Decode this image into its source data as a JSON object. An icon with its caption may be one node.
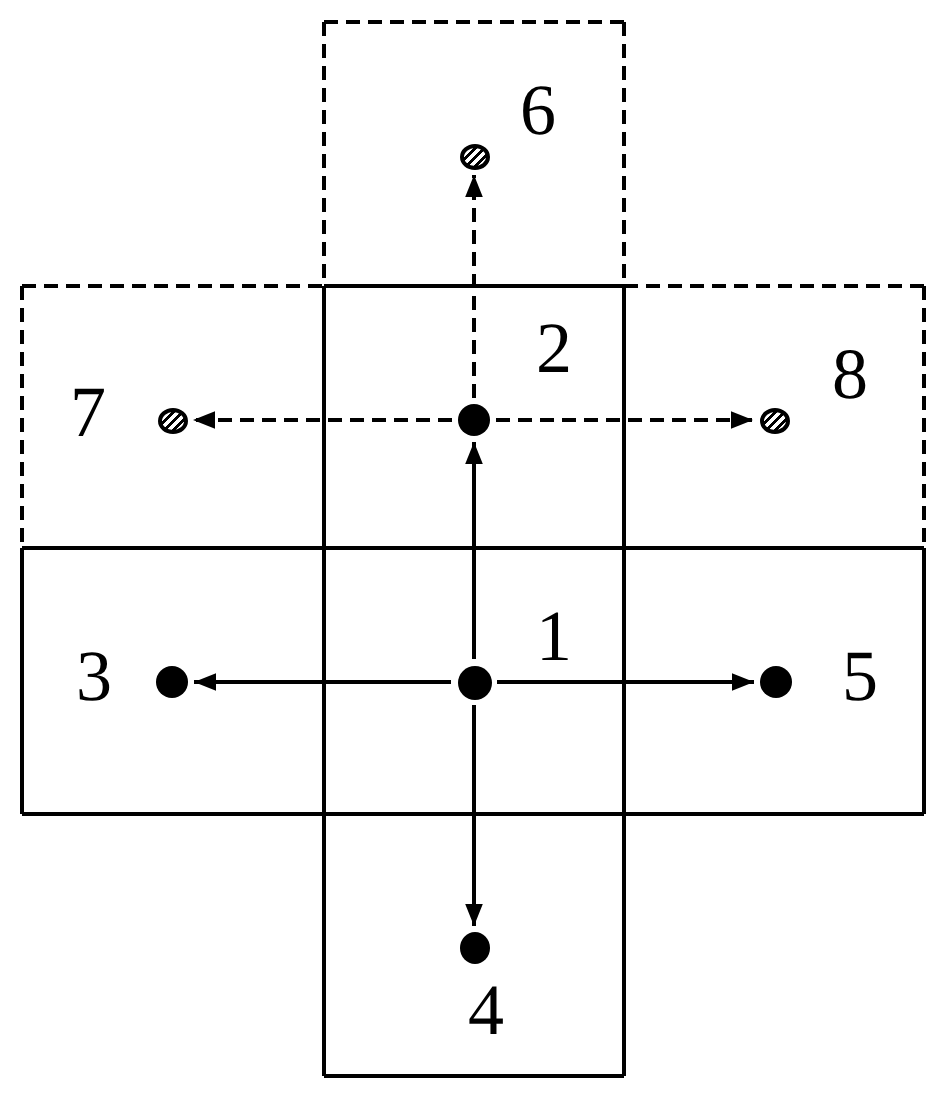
{
  "diagram": {
    "nodes": [
      {
        "text": [],
        "shape": "circle",
        "beside": [
          "6"
        ]
      },
      {
        "text": [],
        "shape": "circle",
        "beside": [
          "7"
        ]
      },
      {
        "text": [],
        "shape": "circle",
        "beside": [
          "2"
        ]
      },
      {
        "text": [],
        "shape": "circle",
        "beside": [
          "8"
        ]
      },
      {
        "text": [],
        "shape": "circle",
        "beside": [
          "3"
        ]
      },
      {
        "text": [],
        "shape": "circle",
        "beside": [
          "1"
        ]
      },
      {
        "text": [],
        "shape": "circle",
        "beside": [
          "5"
        ]
      },
      {
        "text": [],
        "shape": "circle",
        "beside": [
          "4"
        ]
      }
    ],
    "edges": [
      {
        "from": 5,
        "to": 2,
        "arrow": "to"
      },
      {
        "from": 5,
        "to": 4,
        "arrow": "to"
      },
      {
        "from": 5,
        "to": 6,
        "arrow": "to"
      },
      {
        "from": 5,
        "to": 7,
        "arrow": "to"
      },
      {
        "from": 2,
        "to": 0,
        "arrow": "to",
        "style": "dashed"
      },
      {
        "from": 2,
        "to": 1,
        "arrow": "to",
        "style": "dashed"
      },
      {
        "from": 2,
        "to": 3,
        "arrow": "to",
        "style": "dashed"
      }
    ]
  }
}
